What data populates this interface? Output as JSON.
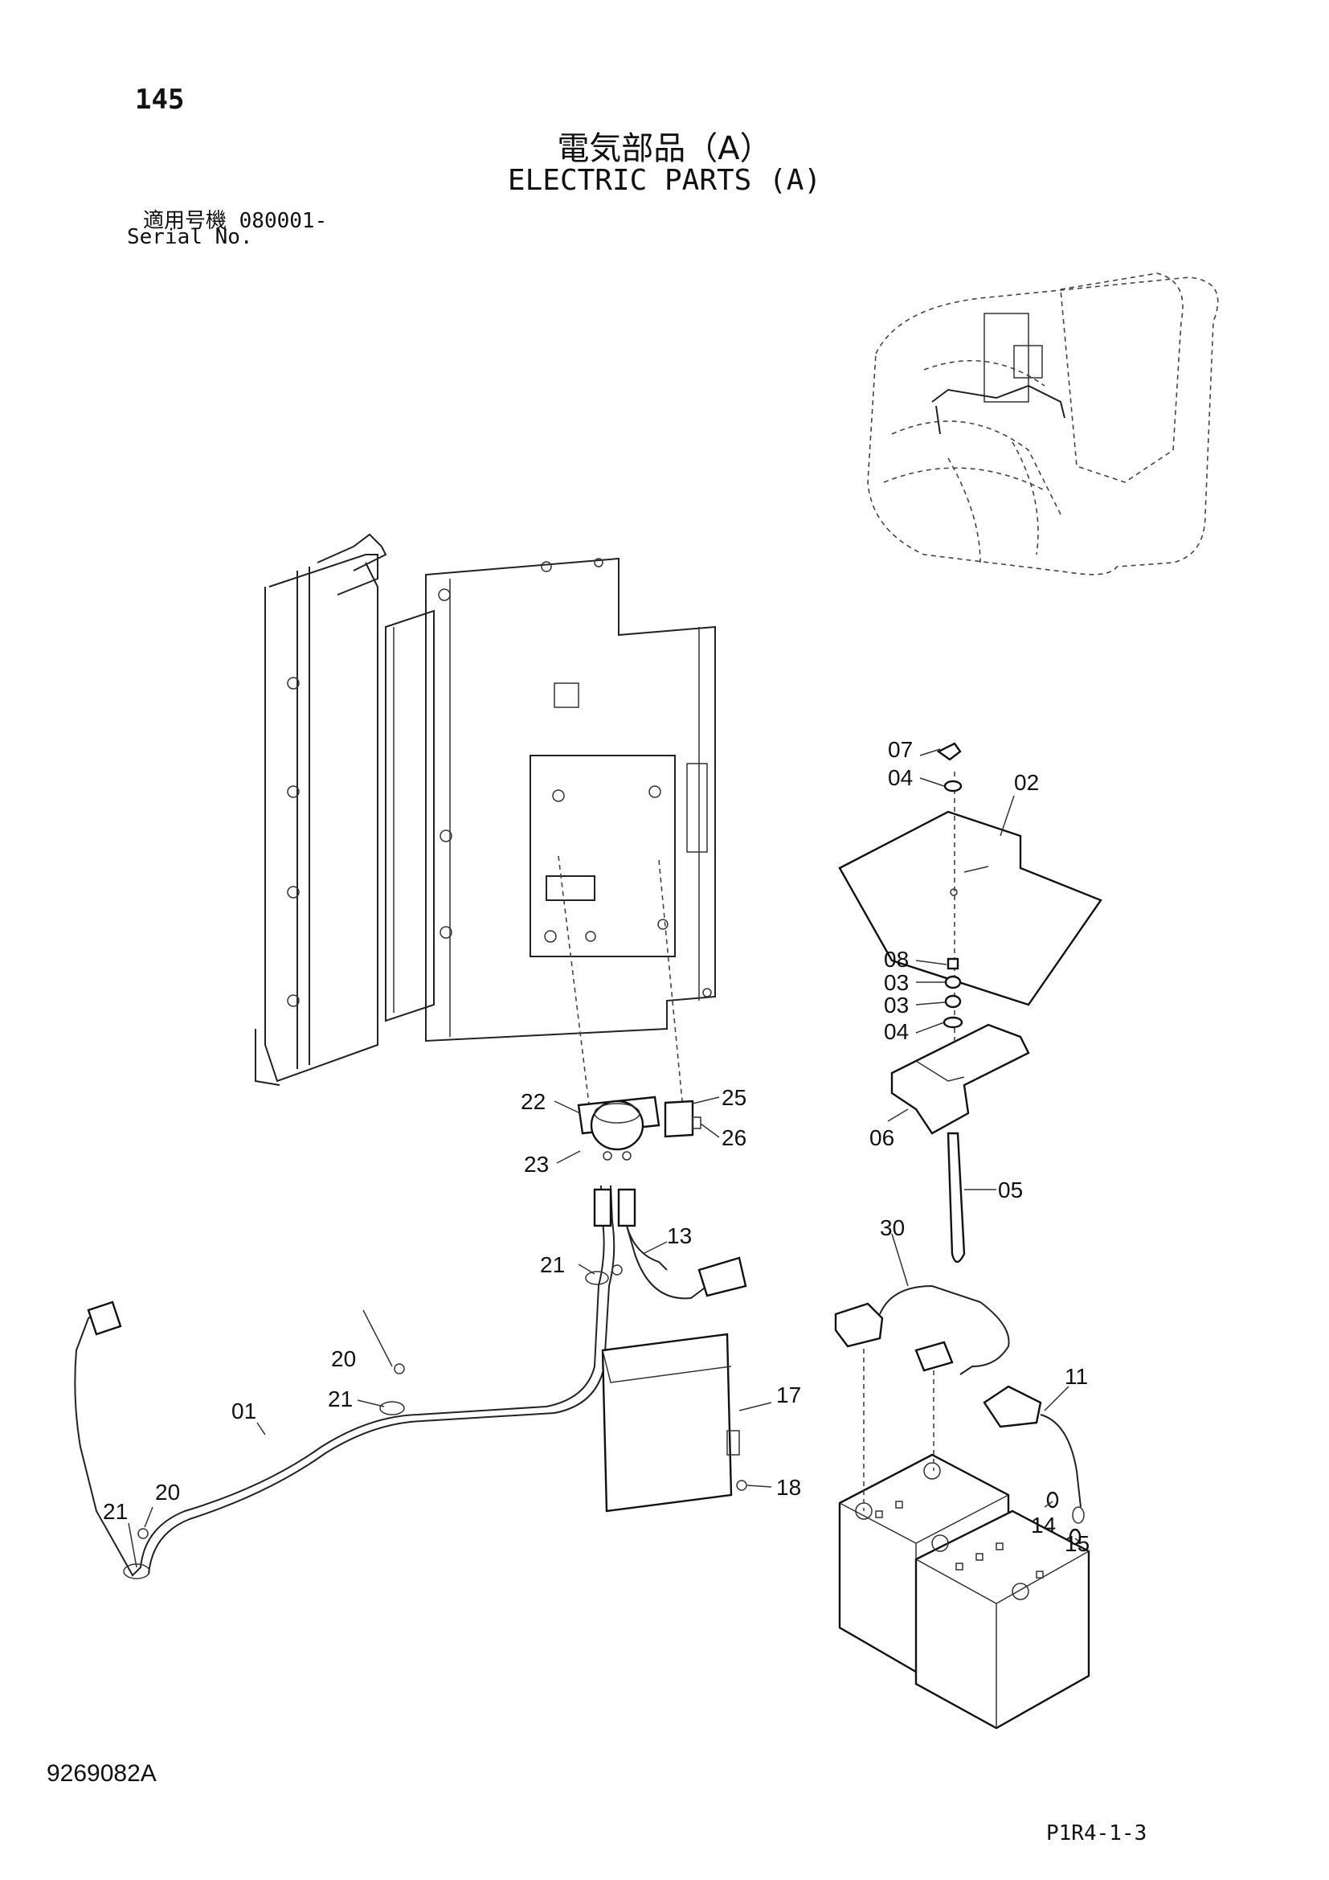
{
  "page": {
    "number": "145",
    "title_jp": "電気部品（A）",
    "title_en": "ELECTRIC PARTS (A)",
    "serial_jp": "適用号機  080001-",
    "serial_en": "Serial No.",
    "doc_number": "9269082A",
    "page_code": "P1R4-1-3"
  },
  "callouts": [
    "07",
    "04",
    "02",
    "08",
    "03",
    "03",
    "04",
    "06",
    "05",
    "30",
    "11",
    "14",
    "15",
    "22",
    "25",
    "26",
    "23",
    "13",
    "21",
    "20",
    "21",
    "01",
    "20",
    "21",
    "17",
    "18"
  ]
}
